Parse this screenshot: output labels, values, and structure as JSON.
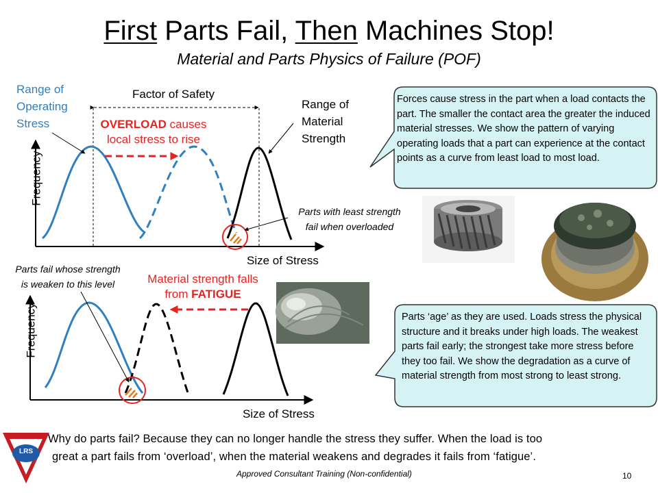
{
  "title": {
    "part1": "First",
    "part2": " Parts Fail, ",
    "part3": "Then",
    "part4": " Machines Stop!"
  },
  "subtitle": "Material and Parts Physics of Failure (POF)",
  "top_diagram": {
    "range_operating_stress": [
      "Range of",
      "Operating",
      "Stress"
    ],
    "factor_of_safety": "Factor of Safety",
    "range_material_strength": [
      "Range of",
      "Material",
      "Strength"
    ],
    "overload_bold": "OVERLOAD",
    "overload_rest": " causes",
    "overload_line2": "local stress to rise",
    "frequency": "Frequency",
    "size_of_stress": "Size of Stress",
    "parts_least_strength": [
      "Parts with least strength",
      "fail when overloaded"
    ]
  },
  "bottom_diagram": {
    "parts_fail_whose": [
      "Parts fail whose strength",
      "is weaken to this level"
    ],
    "material_falls_line1": "Material strength falls",
    "material_falls_prefix": "from ",
    "material_falls_bold": "FATIGUE",
    "frequency": "Frequency",
    "size_of_stress": "Size of Stress"
  },
  "callouts": {
    "top": "Forces cause stress in the part when a load contacts the part. The smaller the contact area the greater the induced material stresses.  We show the pattern of varying operating loads that a part can experience at the contact points as a curve from least load to most load.",
    "bottom": "Parts ‘age’ as they are used.  Loads stress the physical structure and it breaks under high loads.  The weakest parts fail early; the strongest take more stress before they too fail.  We show the degradation as a curve of material strength from most strong to least strong."
  },
  "footer": {
    "line1": "Why do parts fail?  Because they can no longer handle the stress they suffer.  When the load is too",
    "line2": "great a part fails from ‘overload’, when the material weakens and degrades it fails from ‘fatigue’.",
    "approved": "Approved Consultant Training (Non-confidential)",
    "page_number": "10",
    "logo_text": "LRS"
  },
  "colors": {
    "blue": "#2F7FC1",
    "red": "#E52320",
    "callout_fill": "#D5F3F5",
    "callout_stroke": "#333333"
  }
}
